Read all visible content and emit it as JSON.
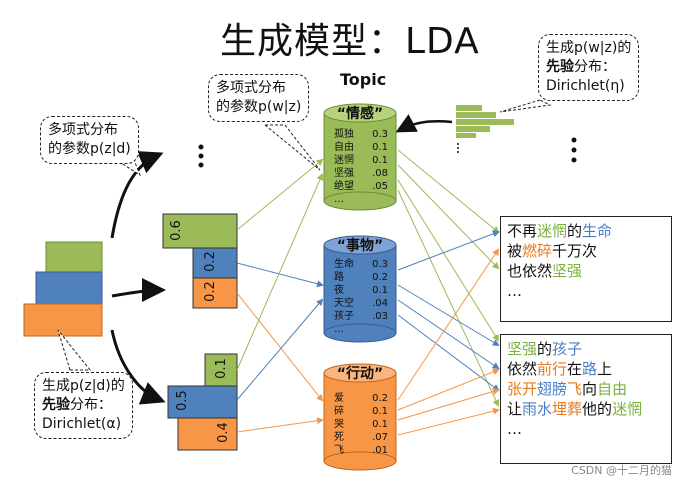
{
  "title": "生成模型：LDA",
  "topic_label": "Topic",
  "bubbles": {
    "top_middle": {
      "line1": "多项式分布",
      "line2": "的参数p(w|z)"
    },
    "left_top": {
      "line1": "多项式分布",
      "line2": "的参数p(z|d)"
    },
    "top_right": {
      "line1": "生成p(w|z)的",
      "line2_bold": "先验",
      "line2_rest": "分布：",
      "line3": "Dirichlet(η)"
    },
    "bottom_left": {
      "line1": "生成p(z|d)的",
      "line2_bold": "先验",
      "line2_rest": "分布：",
      "line3": "Dirichlet(α)"
    }
  },
  "doc_bars": {
    "top": [
      "0.6",
      "0.2",
      "0.2"
    ],
    "bottom": [
      "0.1",
      "0.5",
      "0.4"
    ]
  },
  "topics": [
    {
      "name": "“情感”",
      "color": "#9bbb59",
      "rows": [
        [
          "孤独",
          "0.3"
        ],
        [
          "自由",
          "0.1"
        ],
        [
          "迷惘",
          "0.1"
        ],
        [
          "坚强",
          ".08"
        ],
        [
          "绝望",
          ".05"
        ],
        [
          "…",
          ""
        ]
      ]
    },
    {
      "name": "“事物”",
      "color": "#4f81bd",
      "rows": [
        [
          "生命",
          "0.3"
        ],
        [
          "路",
          "0.2"
        ],
        [
          "夜",
          "0.1"
        ],
        [
          "天空",
          ".04"
        ],
        [
          "孩子",
          ".03"
        ],
        [
          "…",
          ""
        ]
      ]
    },
    {
      "name": "“行动”",
      "color": "#f79646",
      "rows": [
        [
          "爱",
          "0.2"
        ],
        [
          "碎",
          "0.1"
        ],
        [
          "哭",
          "0.1"
        ],
        [
          "死",
          ".07"
        ],
        [
          "飞",
          ".01"
        ]
      ]
    }
  ],
  "documents": {
    "doc1": {
      "line1": [
        {
          "t": "不再",
          "c": ""
        },
        {
          "t": "迷惘",
          "c": "green"
        },
        {
          "t": "的",
          "c": ""
        },
        {
          "t": "生命",
          "c": "blue"
        }
      ],
      "line2": [
        {
          "t": "被",
          "c": ""
        },
        {
          "t": "燃碎",
          "c": "orange"
        },
        {
          "t": "千万次",
          "c": ""
        }
      ],
      "line3": [
        {
          "t": "也依然",
          "c": ""
        },
        {
          "t": "坚强",
          "c": "green"
        }
      ],
      "line4": [
        {
          "t": "…",
          "c": ""
        }
      ]
    },
    "doc2": {
      "line1": [
        {
          "t": "坚强",
          "c": "green"
        },
        {
          "t": "的",
          "c": ""
        },
        {
          "t": "孩子",
          "c": "blue"
        }
      ],
      "line2": [
        {
          "t": "依然",
          "c": ""
        },
        {
          "t": "前行",
          "c": "orange"
        },
        {
          "t": "在",
          "c": ""
        },
        {
          "t": "路",
          "c": "blue"
        },
        {
          "t": "上",
          "c": ""
        }
      ],
      "line3": [
        {
          "t": "张开",
          "c": "orange"
        },
        {
          "t": "翅膀",
          "c": "blue"
        },
        {
          "t": "飞",
          "c": "orange"
        },
        {
          "t": "向",
          "c": ""
        },
        {
          "t": "自由",
          "c": "green"
        }
      ],
      "line4": [
        {
          "t": "让",
          "c": ""
        },
        {
          "t": "雨水",
          "c": "blue"
        },
        {
          "t": "埋葬",
          "c": "orange"
        },
        {
          "t": "他的",
          "c": ""
        },
        {
          "t": "迷惘",
          "c": "green"
        }
      ],
      "line5": [
        {
          "t": "…",
          "c": ""
        }
      ]
    }
  },
  "watermark": "CSDN @十二月的猫",
  "colors": {
    "green": "#9bbb59",
    "blue": "#4f81bd",
    "orange": "#f79646"
  }
}
